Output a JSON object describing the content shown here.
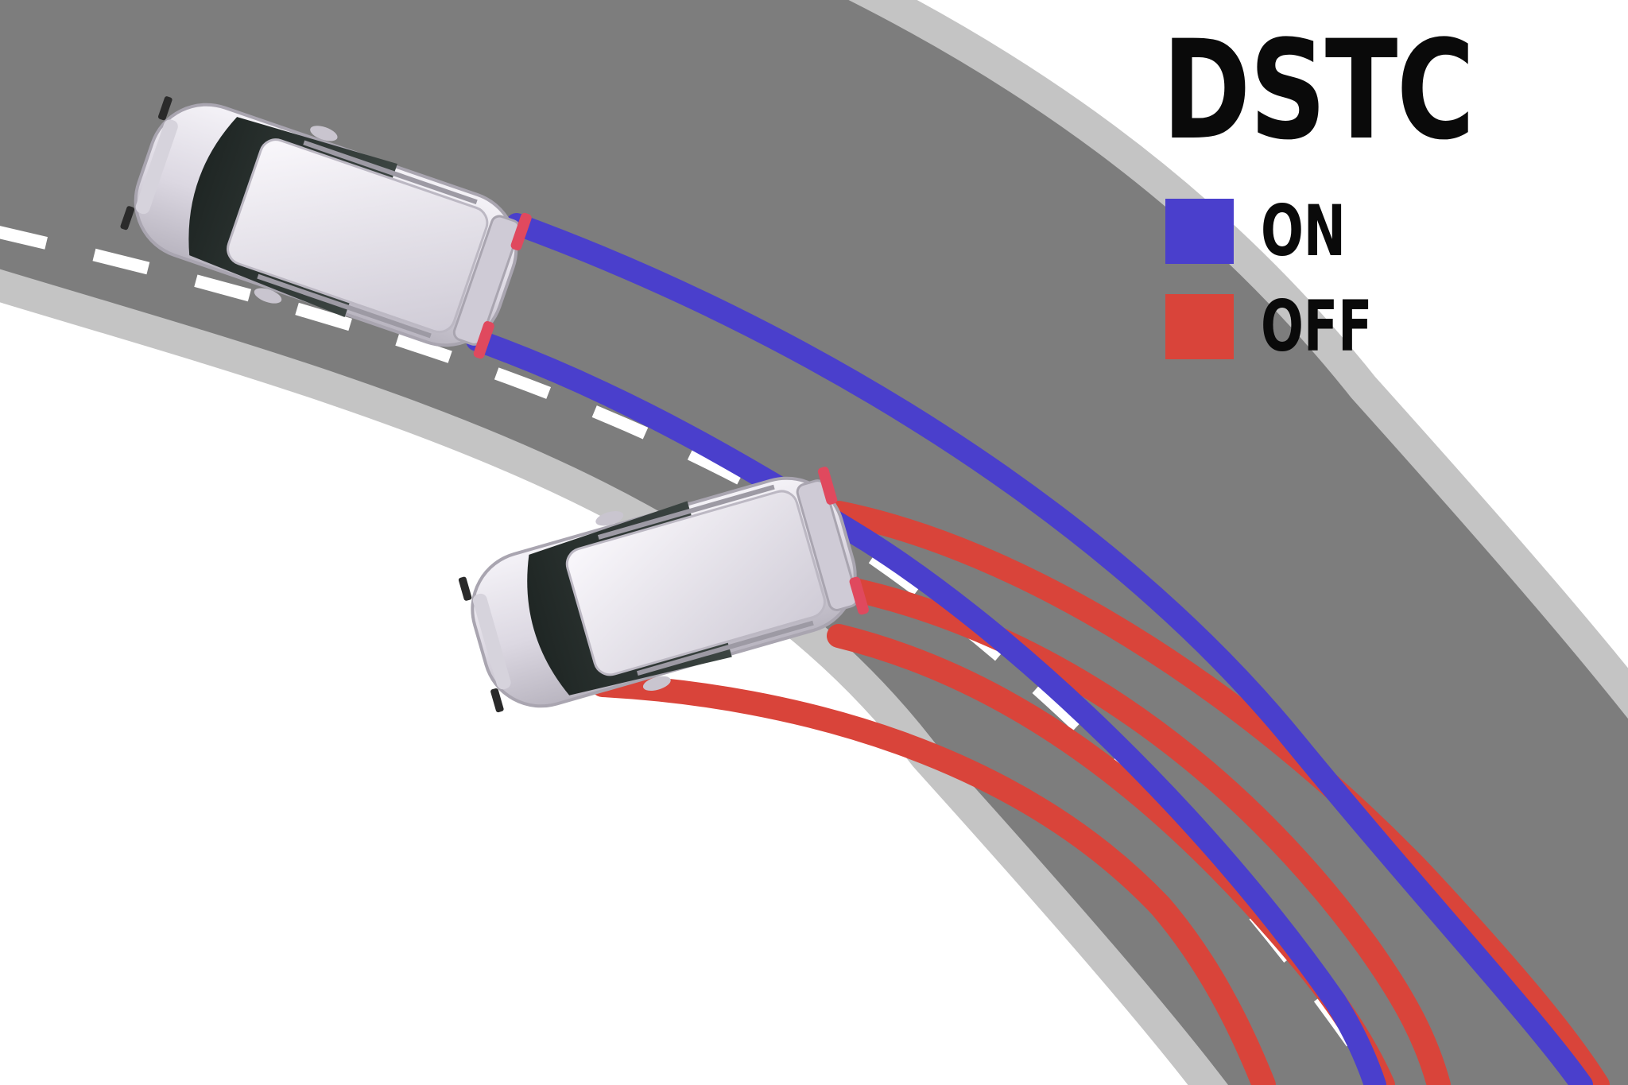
{
  "legend": {
    "title": "DSTC",
    "items": [
      {
        "label": "ON",
        "color": "#4a3fcc"
      },
      {
        "label": "OFF",
        "color": "#d9443a"
      }
    ]
  },
  "colors": {
    "road": "#7d7d7d",
    "shoulder": "#c4c4c4",
    "lane_marking": "#ffffff",
    "car_body": "#e4e1ea",
    "car_glass": "#2c3331",
    "tail_light": "#e0495e"
  }
}
